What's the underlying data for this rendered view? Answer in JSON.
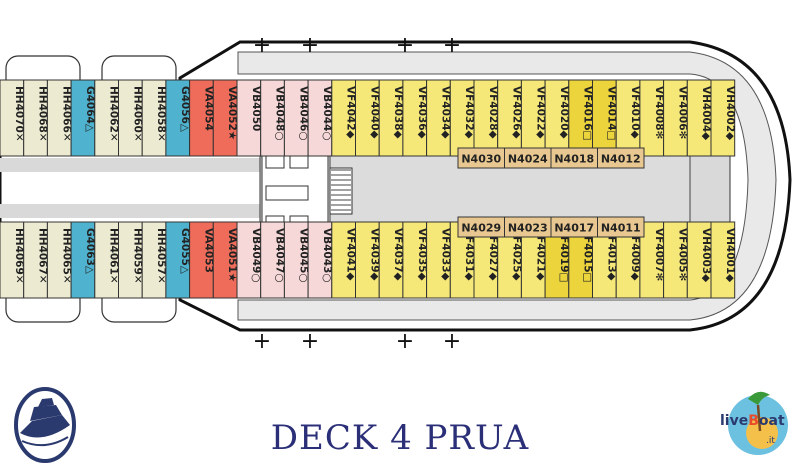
{
  "title": "DECK 4 PRUA",
  "brand": {
    "live": "live",
    "b": "B",
    "oat": "oat",
    "domain": ".it"
  },
  "colors": {
    "yellow": "#f5e878",
    "yellow_dark": "#ecd43c",
    "pink": "#f7d8d8",
    "red": "#ef6c5a",
    "teal": "#4fb3cf",
    "cream": "#ecebd2",
    "tan": "#e8c890",
    "navy": "#2b2f78"
  },
  "cabins_top": [
    {
      "id": "HH4070",
      "sym": "✕",
      "c": "cream"
    },
    {
      "id": "HH4068",
      "sym": "✕",
      "c": "cream"
    },
    {
      "id": "HH4066",
      "sym": "✕",
      "c": "cream"
    },
    {
      "id": "G4064",
      "sym": "△",
      "c": "teal"
    },
    {
      "id": "HH4062",
      "sym": "✕",
      "c": "cream"
    },
    {
      "id": "HH4060",
      "sym": "✕",
      "c": "cream"
    },
    {
      "id": "HH4058",
      "sym": "✕",
      "c": "cream"
    },
    {
      "id": "G4056",
      "sym": "△",
      "c": "teal"
    },
    {
      "id": "VA4054",
      "sym": "",
      "c": "red"
    },
    {
      "id": "VA4052",
      "sym": "★",
      "c": "red"
    },
    {
      "id": "VB4050",
      "sym": "",
      "c": "pink"
    },
    {
      "id": "VB4048",
      "sym": "○",
      "c": "pink"
    },
    {
      "id": "VB4046",
      "sym": "○",
      "c": "pink"
    },
    {
      "id": "VB4044",
      "sym": "○",
      "c": "pink"
    },
    {
      "id": "VF4042",
      "sym": "◆",
      "c": "yellow"
    },
    {
      "id": "VF4040",
      "sym": "◆",
      "c": "yellow"
    },
    {
      "id": "VF4038",
      "sym": "◆",
      "c": "yellow"
    },
    {
      "id": "VF4036",
      "sym": "◆",
      "c": "yellow"
    },
    {
      "id": "VF4034",
      "sym": "◆",
      "c": "yellow"
    },
    {
      "id": "VF4032",
      "sym": "◆",
      "c": "yellow"
    },
    {
      "id": "VF4028",
      "sym": "◆",
      "c": "yellow"
    },
    {
      "id": "VF4026",
      "sym": "◆",
      "c": "yellow"
    },
    {
      "id": "VF4022",
      "sym": "◆",
      "c": "yellow"
    },
    {
      "id": "VF4020",
      "sym": "◆",
      "c": "yellow"
    },
    {
      "id": "VF4016",
      "sym": "□",
      "c": "yellow_dark"
    },
    {
      "id": "VF4014",
      "sym": "□",
      "c": "yellow_dark"
    },
    {
      "id": "VF4010",
      "sym": "◆",
      "c": "yellow"
    },
    {
      "id": "VF4008",
      "sym": "✻",
      "c": "yellow"
    },
    {
      "id": "VF4006",
      "sym": "✻",
      "c": "yellow"
    },
    {
      "id": "VH4004",
      "sym": "◆",
      "c": "yellow"
    },
    {
      "id": "VH4002",
      "sym": "◆",
      "c": "yellow"
    }
  ],
  "cabins_bottom": [
    {
      "id": "HH4069",
      "sym": "✕",
      "c": "cream"
    },
    {
      "id": "HH4067",
      "sym": "✕",
      "c": "cream"
    },
    {
      "id": "HH4065",
      "sym": "✕",
      "c": "cream"
    },
    {
      "id": "G4063",
      "sym": "△",
      "c": "teal"
    },
    {
      "id": "HH4061",
      "sym": "✕",
      "c": "cream"
    },
    {
      "id": "HH4059",
      "sym": "✕",
      "c": "cream"
    },
    {
      "id": "HH4057",
      "sym": "✕",
      "c": "cream"
    },
    {
      "id": "G4055",
      "sym": "△",
      "c": "teal"
    },
    {
      "id": "VA4053",
      "sym": "",
      "c": "red"
    },
    {
      "id": "VA4051",
      "sym": "★",
      "c": "red"
    },
    {
      "id": "VB4049",
      "sym": "○",
      "c": "pink"
    },
    {
      "id": "VB4047",
      "sym": "○",
      "c": "pink"
    },
    {
      "id": "VB4045",
      "sym": "○",
      "c": "pink"
    },
    {
      "id": "VB4043",
      "sym": "○",
      "c": "pink"
    },
    {
      "id": "VF4041",
      "sym": "◆",
      "c": "yellow"
    },
    {
      "id": "VF4039",
      "sym": "◆",
      "c": "yellow"
    },
    {
      "id": "VF4037",
      "sym": "◆",
      "c": "yellow"
    },
    {
      "id": "VF4035",
      "sym": "◆",
      "c": "yellow"
    },
    {
      "id": "VF4033",
      "sym": "◆",
      "c": "yellow"
    },
    {
      "id": "VF4031",
      "sym": "◆",
      "c": "yellow"
    },
    {
      "id": "VF4027",
      "sym": "◆",
      "c": "yellow"
    },
    {
      "id": "VF4025",
      "sym": "◆",
      "c": "yellow"
    },
    {
      "id": "VF4021",
      "sym": "◆",
      "c": "yellow"
    },
    {
      "id": "VF4019",
      "sym": "□",
      "c": "yellow_dark"
    },
    {
      "id": "VF4015",
      "sym": "□",
      "c": "yellow_dark"
    },
    {
      "id": "VF4013",
      "sym": "◆",
      "c": "yellow"
    },
    {
      "id": "VF4009",
      "sym": "◆",
      "c": "yellow"
    },
    {
      "id": "VF4007",
      "sym": "✻",
      "c": "yellow"
    },
    {
      "id": "VF4005",
      "sym": "✻",
      "c": "yellow"
    },
    {
      "id": "VH4003",
      "sym": "◆",
      "c": "yellow"
    },
    {
      "id": "VH4001",
      "sym": "◆",
      "c": "yellow"
    }
  ],
  "inner_top": [
    "N4030",
    "N4024",
    "N4018",
    "N4012"
  ],
  "inner_bottom": [
    "N4029",
    "N4023",
    "N4017",
    "N4011"
  ],
  "plus_marks": [
    "+",
    "+",
    "+",
    "+"
  ]
}
